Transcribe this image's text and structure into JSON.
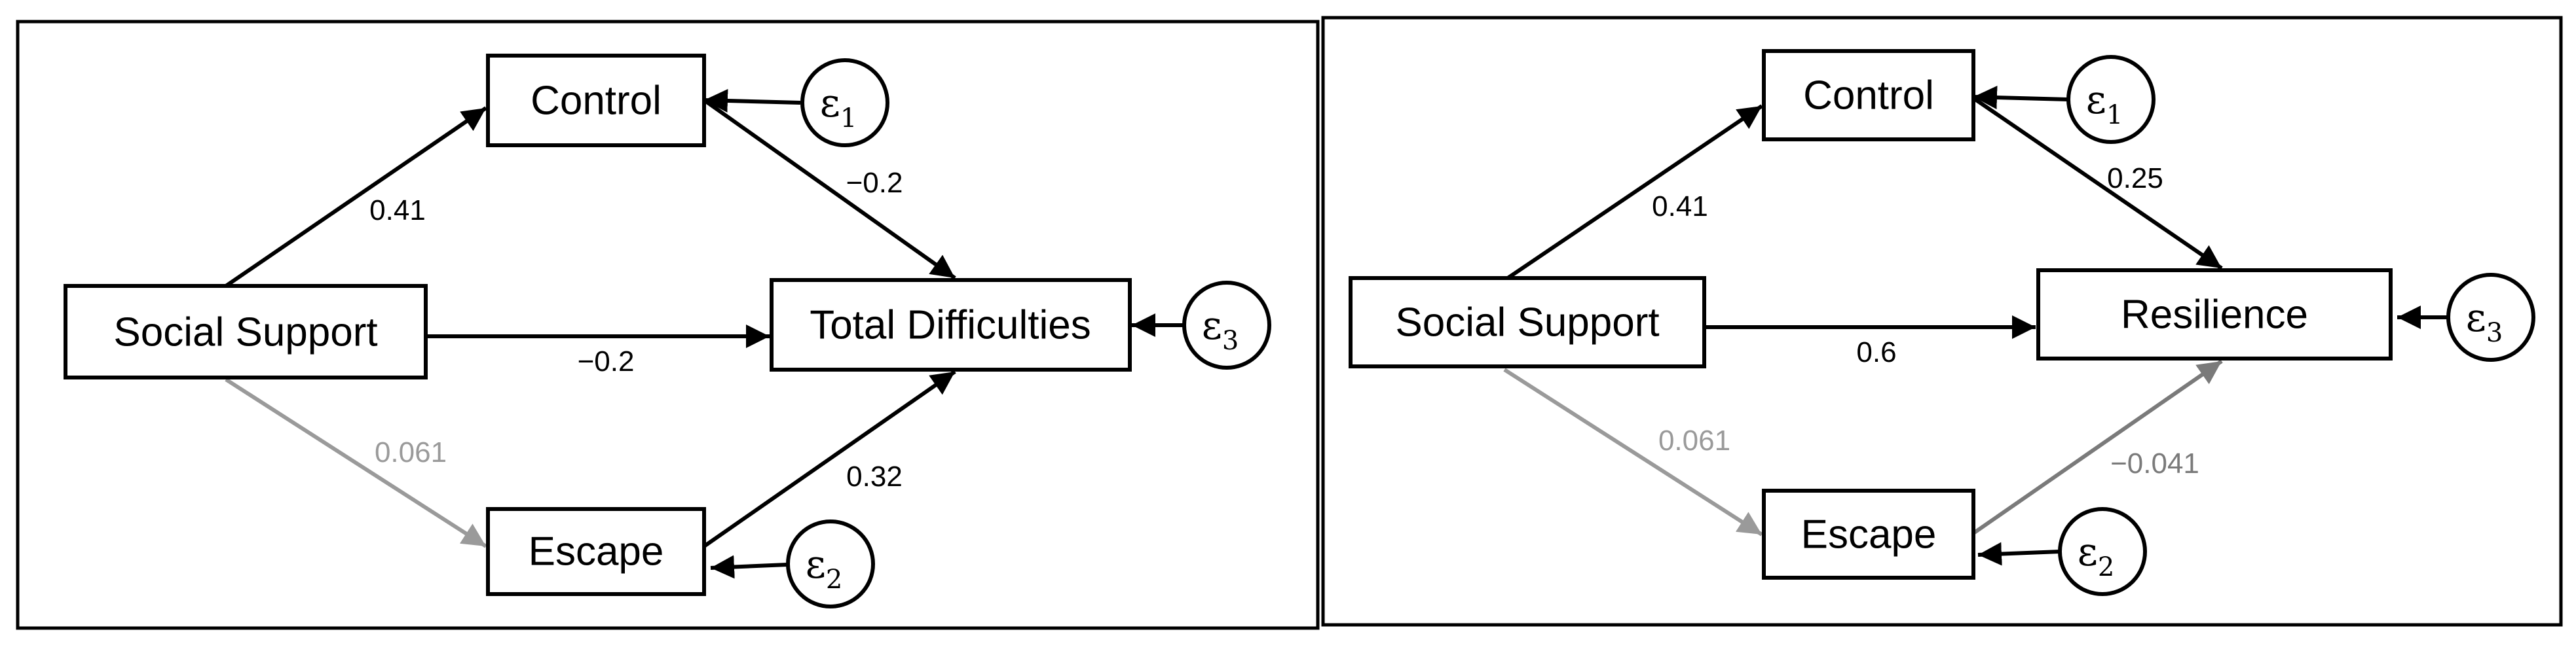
{
  "panels": [
    {
      "id": "left",
      "nodes": {
        "control": "Control",
        "social": "Social Support",
        "outcome": "Total Difficulties",
        "escape": "Escape"
      },
      "errors": [
        {
          "symbol": "ε",
          "index": "1"
        },
        {
          "symbol": "ε",
          "index": "2"
        },
        {
          "symbol": "ε",
          "index": "3"
        }
      ],
      "paths": {
        "social_control": {
          "label": "0.41",
          "color": "#000000"
        },
        "control_outcome": {
          "label": "−0.2",
          "color": "#000000"
        },
        "social_outcome": {
          "label": "−0.2",
          "color": "#000000"
        },
        "social_escape": {
          "label": "0.061",
          "color": "#9a9a9a"
        },
        "escape_outcome": {
          "label": "0.32",
          "color": "#000000"
        }
      }
    },
    {
      "id": "right",
      "nodes": {
        "control": "Control",
        "social": "Social Support",
        "outcome": "Resilience",
        "escape": "Escape"
      },
      "errors": [
        {
          "symbol": "ε",
          "index": "1"
        },
        {
          "symbol": "ε",
          "index": "2"
        },
        {
          "symbol": "ε",
          "index": "3"
        }
      ],
      "paths": {
        "social_control": {
          "label": "0.41",
          "color": "#000000"
        },
        "control_outcome": {
          "label": "0.25",
          "color": "#000000"
        },
        "social_outcome": {
          "label": "0.6",
          "color": "#000000"
        },
        "social_escape": {
          "label": "0.061",
          "color": "#9a9a9a"
        },
        "escape_outcome": {
          "label": "−0.041",
          "color": "#7a7a7a"
        }
      }
    }
  ]
}
